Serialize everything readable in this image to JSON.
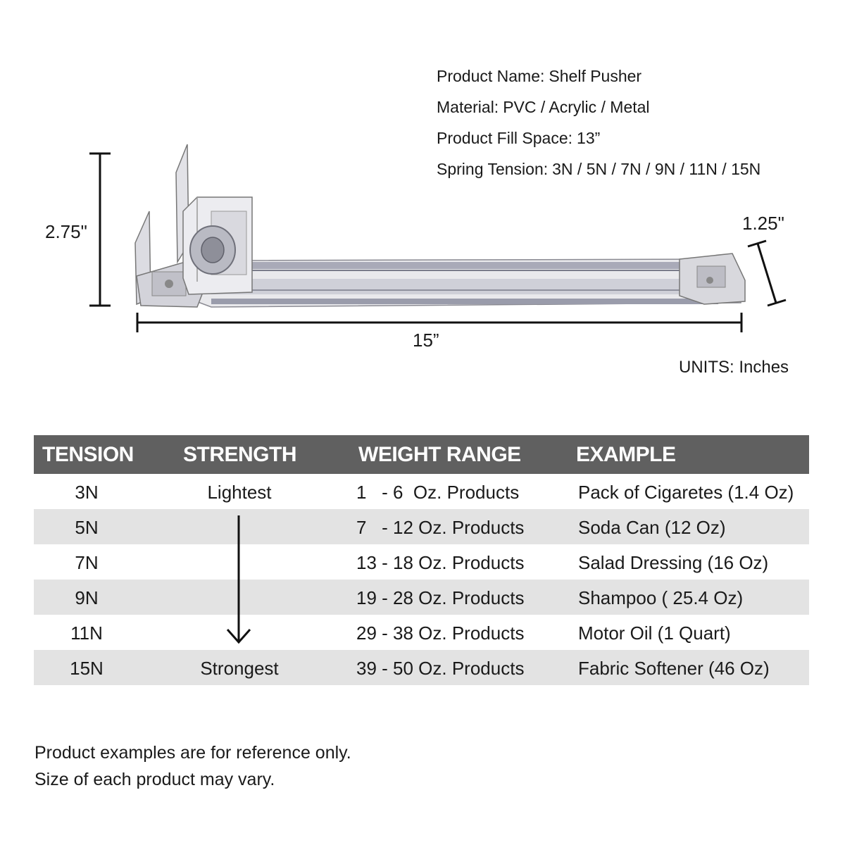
{
  "specs": [
    {
      "key": "Product Name:",
      "value": "Shelf Pusher"
    },
    {
      "key": "Material:",
      "value": "PVC / Acrylic / Metal"
    },
    {
      "key": "Product Fill Space:",
      "value": "13”"
    },
    {
      "key": "Spring Tension:",
      "value": "3N / 5N / 7N / 9N / 11N / 15N"
    }
  ],
  "dimensions": {
    "height": "2.75\"",
    "depth": "1.25\"",
    "length": "15”",
    "units": "UNITS: Inches"
  },
  "table": {
    "headers": [
      "TENSION",
      "STRENGTH",
      "WEIGHT RANGE",
      "EXAMPLE"
    ],
    "rows": [
      {
        "tension": "3N",
        "strength": "Lightest",
        "weight": "1   - 6  Oz. Products",
        "example": "Pack of Cigaretes (1.4 Oz)"
      },
      {
        "tension": "5N",
        "strength": "",
        "weight": "7   - 12 Oz. Products",
        "example": "Soda Can (12 Oz)"
      },
      {
        "tension": "7N",
        "strength": "",
        "weight": "13 - 18 Oz. Products",
        "example": "Salad Dressing (16 Oz)"
      },
      {
        "tension": "9N",
        "strength": "",
        "weight": "19 - 28 Oz. Products",
        "example": "Shampoo ( 25.4 Oz)"
      },
      {
        "tension": "11N",
        "strength": "",
        "weight": "29 - 38 Oz. Products",
        "example": "Motor Oil (1 Quart)"
      },
      {
        "tension": "15N",
        "strength": "Strongest",
        "weight": "39 - 50 Oz. Products",
        "example": "Fabric Softener (46 Oz)"
      }
    ]
  },
  "footnote": {
    "line1": "Product examples are for reference only.",
    "line2": "Size of each product may vary."
  }
}
